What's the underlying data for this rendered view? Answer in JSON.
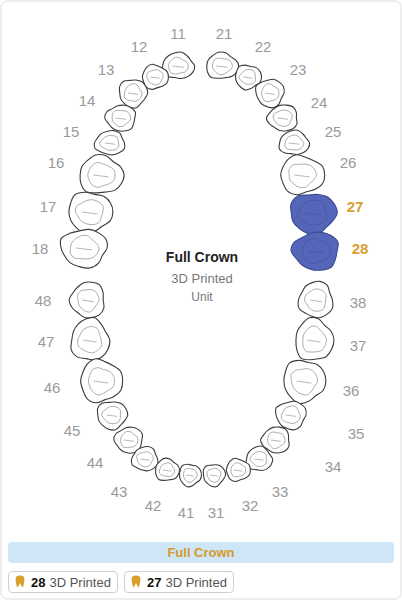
{
  "diagram": {
    "nodes": [
      {
        "text": [
          "Full Crown"
        ]
      },
      {
        "text": [
          "28",
          "3D Printed"
        ]
      },
      {
        "text": [
          "27",
          "3D Printed"
        ]
      }
    ],
    "labels": [
      "11",
      "21",
      "12",
      "22",
      "13",
      "23",
      "14",
      "24",
      "15",
      "25",
      "16",
      "26",
      "17",
      "27",
      "18",
      "28",
      "48",
      "38",
      "47",
      "37",
      "46",
      "36",
      "45",
      "35",
      "44",
      "34",
      "43",
      "33",
      "42",
      "32",
      "41",
      "31",
      "Full Crown",
      "3D Printed",
      "Unit"
    ]
  }
}
